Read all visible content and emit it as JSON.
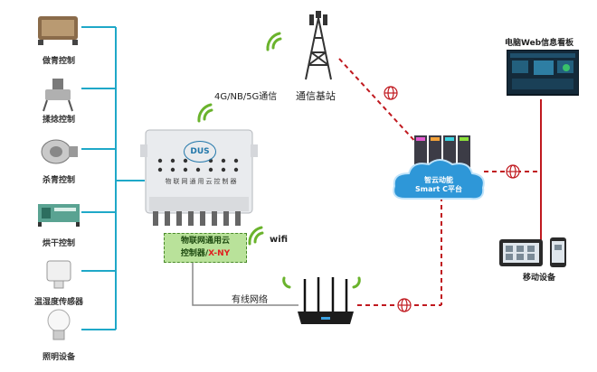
{
  "devices": [
    {
      "label": "做青控制"
    },
    {
      "label": "揉捻控制"
    },
    {
      "label": "杀青控制"
    },
    {
      "label": "烘干控制"
    },
    {
      "label": "温湿度传感器"
    },
    {
      "label": "照明设备"
    }
  ],
  "controller": {
    "panel_text": "物联网通用云控制器",
    "logo_text": "DUS",
    "tag_line1": "物联网通用云",
    "tag_line2_prefix": "控制器/",
    "tag_line2_suffix": "X-NY"
  },
  "connections": {
    "cellular": "4G/NB/5G通信",
    "wifi": "wifi",
    "wired": "有线网络"
  },
  "base_station": {
    "label": "通信基站"
  },
  "cloud": {
    "line1": "智云动能",
    "line2": "Smart C平台"
  },
  "web_board": {
    "label": "电脑Web信息看板"
  },
  "mobile": {
    "label": "移动设备"
  },
  "colors": {
    "bus": "#1fa8c8",
    "link": "#c0191f",
    "cloud": "#2e97d8"
  }
}
